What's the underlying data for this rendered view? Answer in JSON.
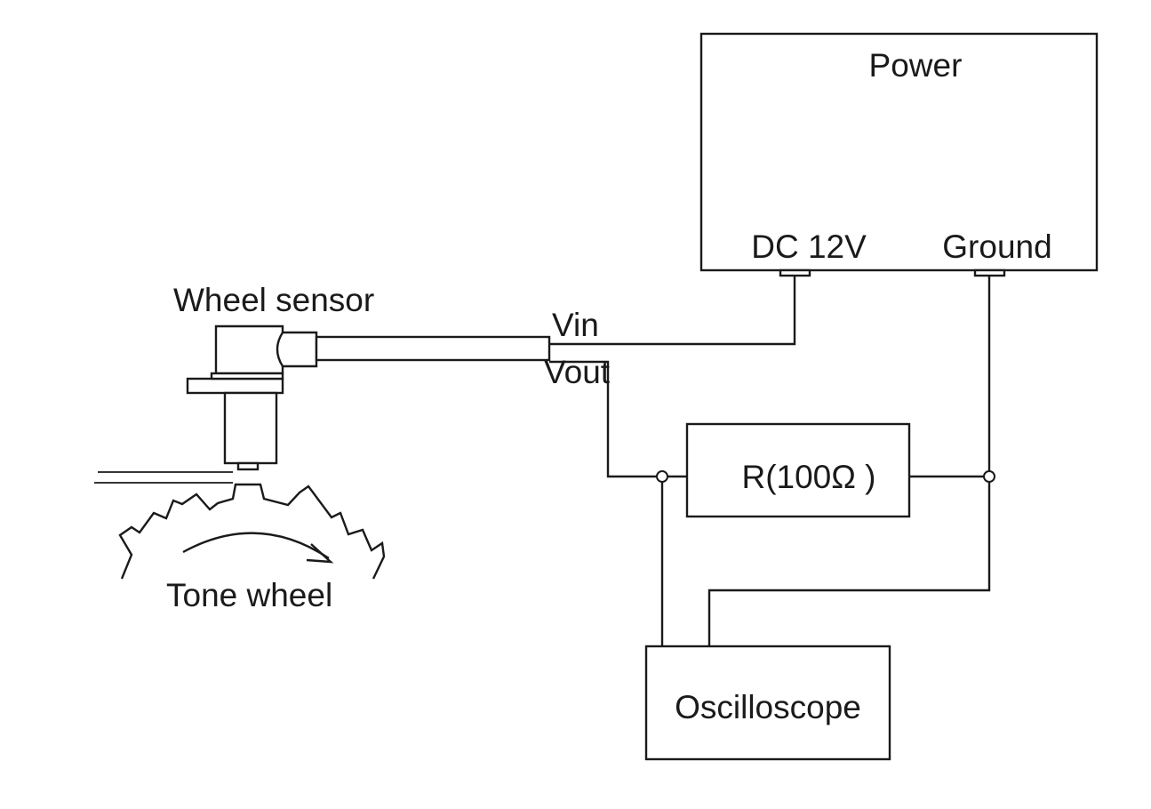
{
  "labels": {
    "power": "Power",
    "dc12v": "DC 12V",
    "ground": "Ground",
    "wheel_sensor": "Wheel sensor",
    "vin": "Vin",
    "vout": "Vout",
    "resistor": "R(100Ω )",
    "tone_wheel": "Tone wheel",
    "oscilloscope": "Oscilloscope"
  },
  "colors": {
    "stroke": "#1a1a1a",
    "background": "#ffffff"
  }
}
